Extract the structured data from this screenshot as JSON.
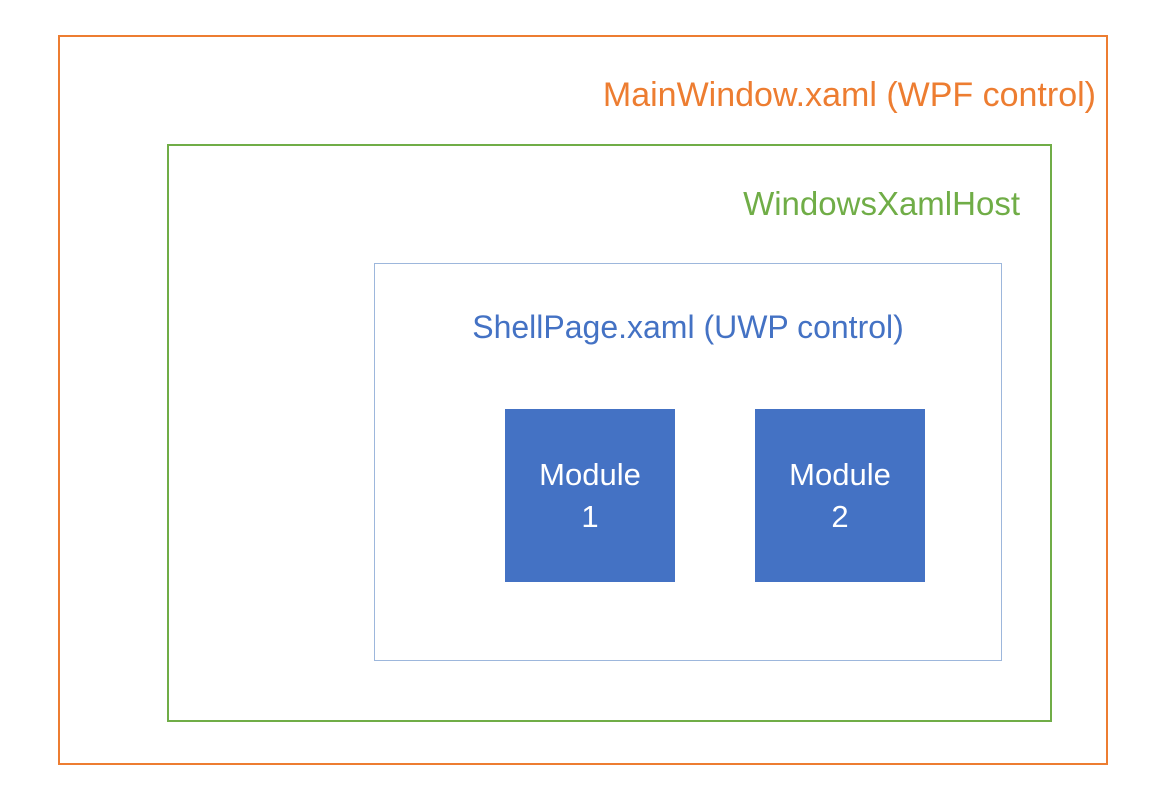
{
  "diagram": {
    "outer_box": {
      "label": "MainWindow.xaml (WPF control)",
      "border_color": "#ED7D31",
      "label_color": "#ED7D31"
    },
    "host_box": {
      "label": "WindowsXamlHost",
      "border_color": "#70AD47",
      "label_color": "#70AD47"
    },
    "shell_box": {
      "label": "ShellPage.xaml (UWP control)",
      "border_color": "#9DB7DC",
      "label_color": "#4472C4"
    },
    "modules": [
      {
        "line1": "Module",
        "line2": "1",
        "fill_color": "#4472C4",
        "text_color": "#FFFFFF"
      },
      {
        "line1": "Module",
        "line2": "2",
        "fill_color": "#4472C4",
        "text_color": "#FFFFFF"
      }
    ]
  }
}
